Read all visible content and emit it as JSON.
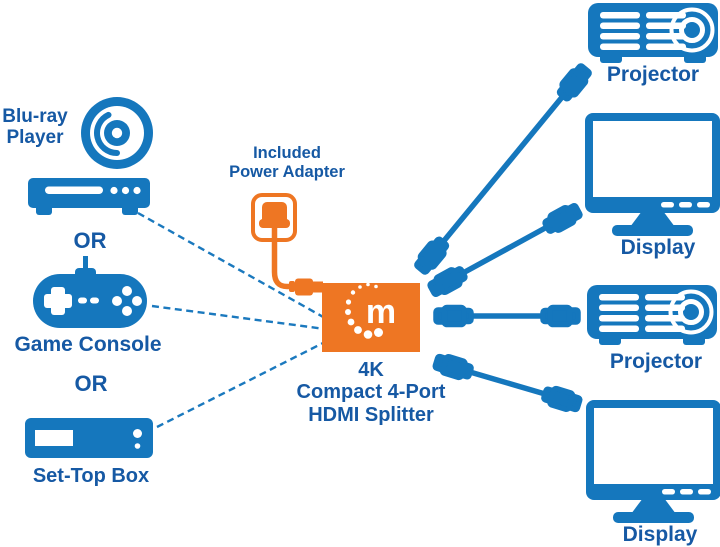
{
  "colors": {
    "icon_blue": "#1577BD",
    "text_blue": "#1659A4",
    "orange": "#EE7623",
    "background": "#FFFFFF"
  },
  "sources": {
    "bluray_label": "Blu-ray Player",
    "or_1": "OR",
    "console_label": "Game Console",
    "or_2": "OR",
    "settop_label": "Set-Top Box"
  },
  "power_adapter": {
    "label_line1": "Included",
    "label_line2": "Power Adapter"
  },
  "splitter": {
    "logo_letter": "m",
    "label_line1": "4K",
    "label_line2": "Compact 4-Port",
    "label_line3": "HDMI Splitter"
  },
  "outputs": [
    {
      "type": "projector",
      "label": "Projector"
    },
    {
      "type": "display",
      "label": "Display"
    },
    {
      "type": "projector",
      "label": "Projector"
    },
    {
      "type": "display",
      "label": "Display"
    }
  ],
  "icons": {
    "bluray-disc-icon": "circle-disc-shape",
    "bluray-player-icon": "deck-box-shape",
    "game-console-icon": "gamepad-shape",
    "settop-box-icon": "box-shape",
    "power-adapter-icon": "wall-plug-with-cord-shape",
    "manhattan-logo-icon": "letter-m-with-dot-swirl",
    "hdmi-cable-icon": "cable-with-plugs-shape",
    "projector-icon": "projector-shape",
    "display-icon": "monitor-shape"
  }
}
